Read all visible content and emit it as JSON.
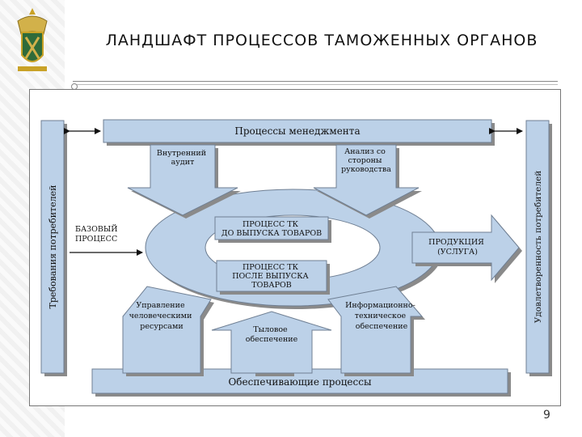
{
  "title": "ЛАНДШАФТ ПРОЦЕССОВ ТАМОЖЕННЫХ ОРГАНОВ",
  "diagram": {
    "management_processes": "Процессы менеджмента",
    "supporting_processes": "Обеспечивающие процессы",
    "left_bar": "Требования потребителей",
    "right_bar": "Удовлетворенность потребителей",
    "internal_audit": [
      "Внутренний",
      "аудит"
    ],
    "management_analysis": [
      "Анализ со",
      "стороны",
      "руководства"
    ],
    "base_process": [
      "БАЗОВЫЙ",
      "ПРОЦЕСС"
    ],
    "pre_release_process": [
      "ПРОЦЕСС ТК",
      "ДО ВЫПУСКА ТОВАРОВ"
    ],
    "post_release_process": [
      "ПРОЦЕСС ТК",
      "ПОСЛЕ ВЫПУСКА",
      "ТОВАРОВ"
    ],
    "product": [
      "ПРОДУКЦИЯ",
      "(УСЛУГА)"
    ],
    "hr_management": [
      "Управление",
      "человеческими",
      "ресурсами"
    ],
    "rear_support": [
      "Тыловое",
      "обеспечение"
    ],
    "it_support": [
      "Информационно-",
      "техническое",
      "обеспечение"
    ]
  },
  "page_number": "9",
  "colors": {
    "box_fill": "#bcd1e8",
    "box_stroke": "#6f7f93",
    "shadow": "#8a8a8a"
  },
  "icons": [
    "emblem-icon"
  ]
}
